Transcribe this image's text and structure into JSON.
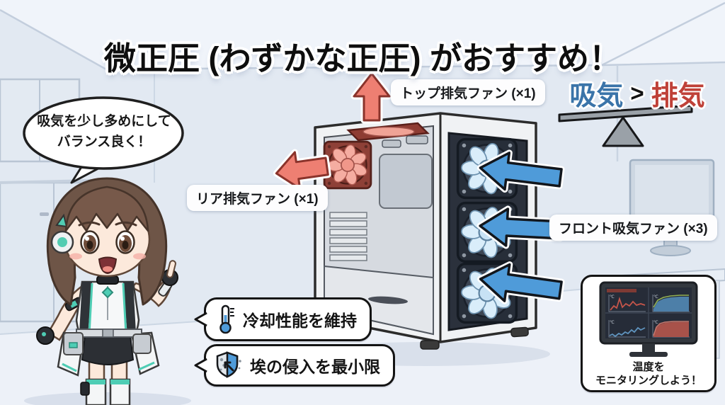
{
  "title": "微正圧 (わずかな正圧) がおすすめ！",
  "mascot": {
    "speech_line1": "吸気を少し多めにして",
    "speech_line2": "バランス良く！"
  },
  "case_labels": {
    "top_exhaust": "トップ排気ファン (×1)",
    "rear_exhaust": "リア排気ファン (×1)",
    "front_intake": "フロント吸気ファン (×3)"
  },
  "balance": {
    "intake_label": "吸気",
    "comparator": ">",
    "exhaust_label": "排気",
    "intake_color": "#3a74a9",
    "exhaust_color": "#bf4138"
  },
  "benefits": [
    {
      "icon": "thermometer-icon",
      "text": "冷却性能を維持"
    },
    {
      "icon": "shield-icon",
      "text": "埃の侵入を最小限"
    }
  ],
  "monitor_card": {
    "caption_line1": "温度を",
    "caption_line2": "モニタリングしよう！",
    "unit_label": "℃",
    "graphs": [
      {
        "position": "top-left",
        "type": "line",
        "color": "#c4554a"
      },
      {
        "position": "top-right",
        "type": "area",
        "color": "#4d7fa8"
      },
      {
        "position": "bottom-left",
        "type": "line",
        "color": "#5f93bd"
      },
      {
        "position": "bottom-right",
        "type": "area",
        "color": "#a8524a"
      }
    ]
  },
  "fans": {
    "front_intake_count": 3,
    "top_exhaust_count": 1,
    "rear_exhaust_count": 1
  },
  "colors": {
    "intake_arrow_blue": "#4f9bd9",
    "exhaust_arrow_red": "#ee7f72",
    "accent_teal": "#4ecdb4",
    "background": "#e2e9f2"
  }
}
